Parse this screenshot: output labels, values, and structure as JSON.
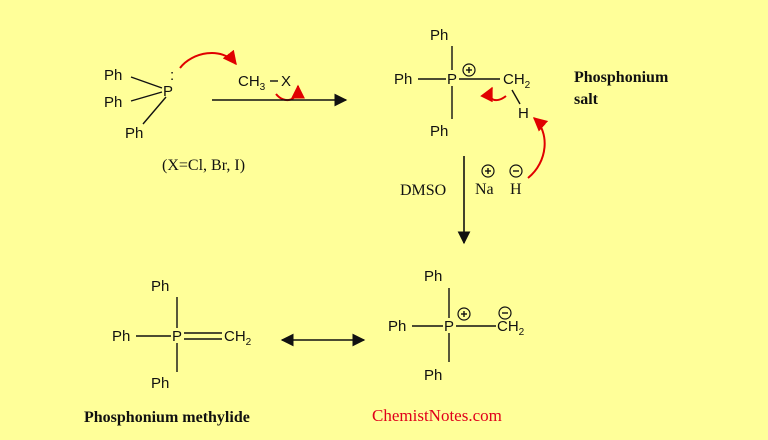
{
  "labels": {
    "ph": "Ph",
    "p": "P",
    "h": "H",
    "na": "Na",
    "ch3": "CH",
    "ch2": "CH",
    "sub3": "3",
    "sub2": "2",
    "x": "X",
    "lone_pair": ":",
    "halide_note": "(X=Cl, Br, I)",
    "solvent": "DMSO",
    "salt_line1": "Phosphonium",
    "salt_line2": "salt",
    "methylide": "Phosphonium methylide",
    "brand": "ChemistNotes.com"
  },
  "colors": {
    "background": "#ffff99",
    "curved_arrow": "#e00000",
    "brand": "#e0001b"
  }
}
